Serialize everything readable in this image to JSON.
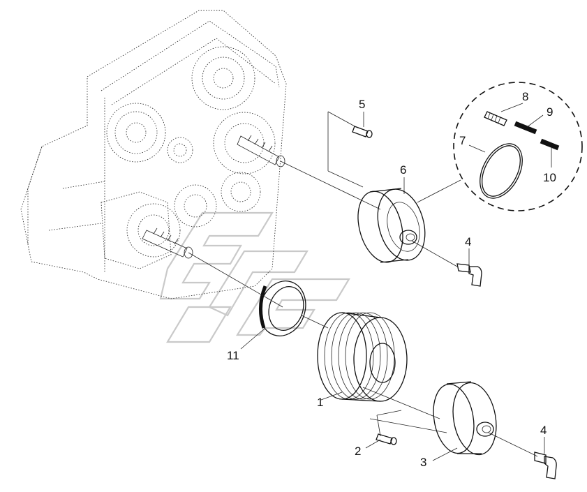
{
  "diagram": {
    "type": "exploded-parts-view",
    "callouts": [
      {
        "id": "c1",
        "label": "1"
      },
      {
        "id": "c2",
        "label": "2"
      },
      {
        "id": "c3",
        "label": "3"
      },
      {
        "id": "c4a",
        "label": "4"
      },
      {
        "id": "c4b",
        "label": "4"
      },
      {
        "id": "c5",
        "label": "5"
      },
      {
        "id": "c6",
        "label": "6"
      },
      {
        "id": "c7",
        "label": "7"
      },
      {
        "id": "c8",
        "label": "8"
      },
      {
        "id": "c9",
        "label": "9"
      },
      {
        "id": "c10",
        "label": "10"
      },
      {
        "id": "c11",
        "label": "11"
      }
    ]
  }
}
